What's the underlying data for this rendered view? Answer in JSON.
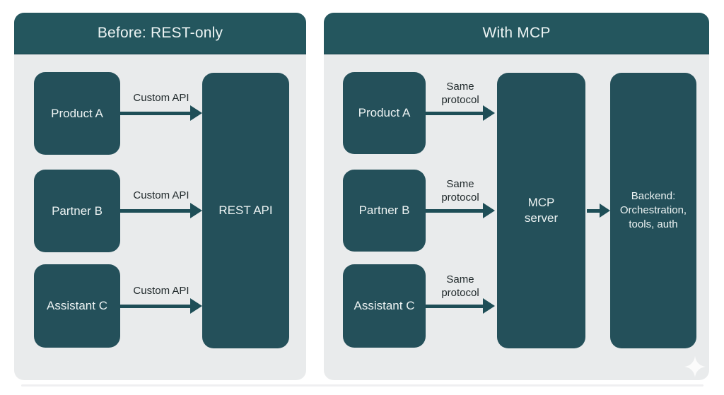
{
  "diagram": {
    "left_panel": {
      "title": "Before: REST-only",
      "clients": [
        "Product A",
        "Partner B",
        "Assistant C"
      ],
      "arrow_labels": [
        "Custom API",
        "Custom API",
        "Custom API"
      ],
      "server": "REST API"
    },
    "right_panel": {
      "title": "With MCP",
      "clients": [
        "Product A",
        "Partner B",
        "Assistant C"
      ],
      "arrow_labels": [
        "Same protocol",
        "Same protocol",
        "Same protocol"
      ],
      "server": "MCP server",
      "backend": "Backend: Orchestration, tools, auth"
    },
    "icons": {
      "sparkle": "four-point-sparkle"
    },
    "colors": {
      "page_bg": "#ffffff",
      "panel_bg": "#e9ebec",
      "header_teal": "#24565e",
      "box_teal": "#24505a",
      "arrow_teal": "#1e4e57",
      "box_text": "#edf3f3",
      "label_text": "#1f282a",
      "sparkle": "#fdfdfd"
    }
  }
}
